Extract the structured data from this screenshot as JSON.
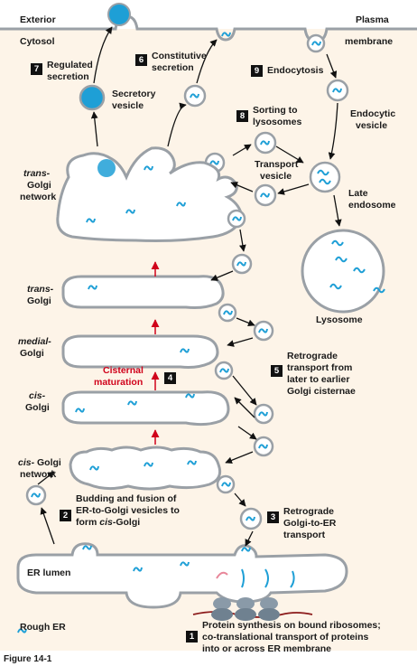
{
  "labels": {
    "exterior": "Exterior",
    "plasma_membrane_1": "Plasma",
    "plasma_membrane_2": "membrane",
    "cytosol": "Cytosol",
    "regulated_1": "Regulated",
    "regulated_2": "secretion",
    "constitutive_1": "Constitutive",
    "constitutive_2": "secretion",
    "endocytosis": "Endocytosis",
    "secretory_1": "Secretory",
    "secretory_2": "vesicle",
    "sorting_1": "Sorting to",
    "sorting_2": "lysosomes",
    "endocytic_1": "Endocytic",
    "endocytic_2": "vesicle",
    "transport_1": "Transport",
    "transport_2": "vesicle",
    "late_1": "Late",
    "late_2": "endosome",
    "tgn_1": "trans-",
    "tgn_2": "Golgi",
    "tgn_3": "network",
    "trans_1": "trans-",
    "trans_2": "Golgi",
    "lysosome": "Lysosome",
    "medial_1": "medial-",
    "medial_2": "Golgi",
    "cisternal_1": "Cisternal",
    "cisternal_2": "maturation",
    "retro5_1": "Retrograde",
    "retro5_2": "transport from",
    "retro5_3": "later to earlier",
    "retro5_4": "Golgi cisternae",
    "cis_1": "cis-",
    "cis_2": "Golgi",
    "cgn_1a": "cis-",
    "cgn_1b": " Golgi",
    "cgn_2": "network",
    "budding_1": "Budding and fusion of",
    "budding_2": "ER-to-Golgi vesicles to",
    "budding_3a": "form ",
    "budding_3b": "cis",
    "budding_3c": "-Golgi",
    "retro3_1": "Retrograde",
    "retro3_2": "Golgi-to-ER",
    "retro3_3": "transport",
    "er_lumen": "ER lumen",
    "rough_er": "Rough ER",
    "synth_1": "Protein synthesis on bound ribosomes;",
    "synth_2": "co-translational transport of proteins",
    "synth_3": "into or across ER membrane"
  },
  "steps": [
    "1",
    "2",
    "3",
    "4",
    "5",
    "6",
    "7",
    "8",
    "9"
  ],
  "figure_caption": "Figure 14-1",
  "colors": {
    "membrane": "#9aa0a6",
    "cargo": "#1e9fd6",
    "cytosol": "#fdf4e8",
    "arrow": "#111111",
    "maturation_arrow": "#d0021b",
    "ribosome": "#8a9aa8",
    "mrna": "#8b1a1a"
  }
}
